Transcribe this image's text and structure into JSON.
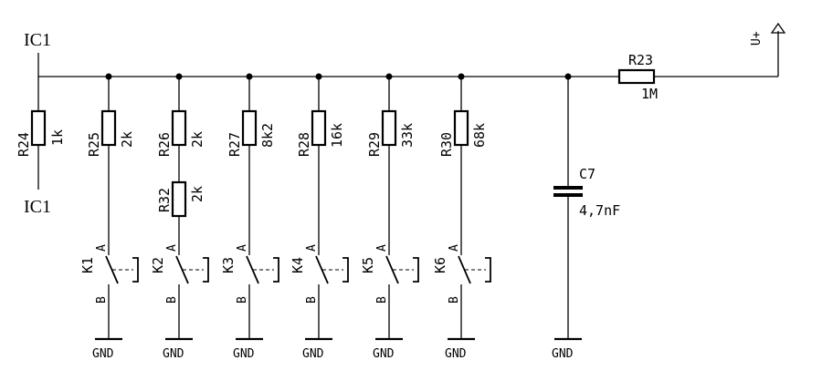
{
  "net_labels": {
    "ic_top": "IC1",
    "ic_bottom": "IC1",
    "supply": "U+"
  },
  "r24": {
    "name": "R24",
    "value": "1k"
  },
  "r23": {
    "name": "R23",
    "value": "1M"
  },
  "c7": {
    "name": "C7",
    "value": "4,7nF"
  },
  "r32": {
    "name": "R32",
    "value": "2k"
  },
  "gnd_label": "GND",
  "pin_a": "A",
  "pin_b": "B",
  "branches": [
    {
      "resistor": "R25",
      "value": "2k",
      "switch": "K1"
    },
    {
      "resistor": "R26",
      "value": "2k",
      "switch": "K2"
    },
    {
      "resistor": "R27",
      "value": "8k2",
      "switch": "K3"
    },
    {
      "resistor": "R28",
      "value": "16k",
      "switch": "K4"
    },
    {
      "resistor": "R29",
      "value": "33k",
      "switch": "K5"
    },
    {
      "resistor": "R30",
      "value": "68k",
      "switch": "K6"
    }
  ]
}
